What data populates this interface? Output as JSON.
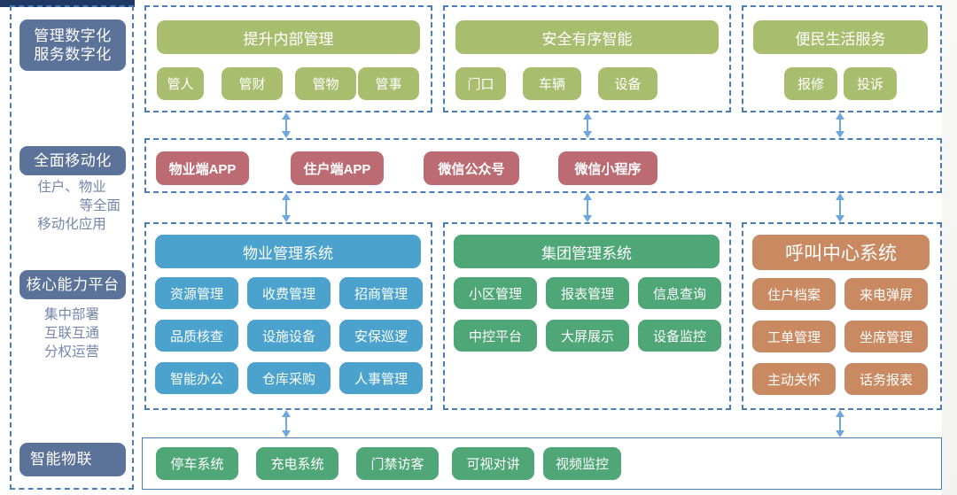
{
  "sidebar": {
    "blocks": [
      {
        "label": "管理数字化\n服务数字化",
        "sub": ""
      },
      {
        "label": "全面移动化",
        "sub": "住户、物业\n等全面\n移动化应用"
      },
      {
        "label": "核心能力平台",
        "sub": "集中部署\n互联互通\n分权运营"
      },
      {
        "label": "智能物联",
        "sub": ""
      }
    ],
    "block1_line1": "管理数字化",
    "block1_line2": "服务数字化",
    "block2_title": "全面移动化",
    "block2_sub1": "住户、物业",
    "block2_sub2": "等全面",
    "block2_sub3": "移动化应用",
    "block3_title": "核心能力平台",
    "block3_sub1": "集中部署",
    "block3_sub2": "互联互通",
    "block3_sub3": "分权运营",
    "block4_title": "智能物联"
  },
  "digital_layer": {
    "groups": [
      {
        "header": "提升内部管理",
        "items": [
          "管人",
          "管财",
          "管物",
          "管事"
        ]
      },
      {
        "header": "安全有序智能",
        "items": [
          "门口",
          "车辆",
          "设备"
        ]
      },
      {
        "header": "便民生活服务",
        "items": [
          "报修",
          "投诉"
        ]
      }
    ]
  },
  "mobile_layer": {
    "items": [
      "物业端APP",
      "住户端APP",
      "微信公众号",
      "微信小程序"
    ]
  },
  "core_layer": {
    "systems": [
      {
        "header": "物业管理系统",
        "items": [
          "资源管理",
          "收费管理",
          "招商管理",
          "品质核查",
          "设施设备",
          "安保巡逻",
          "智能办公",
          "仓库采购",
          "人事管理"
        ]
      },
      {
        "header": "集团管理系统",
        "items": [
          "小区管理",
          "报表管理",
          "信息查询",
          "中控平台",
          "大屏展示",
          "设备监控"
        ]
      },
      {
        "header": "呼叫中心系统",
        "items": [
          "住户档案",
          "来电弹屏",
          "工单管理",
          "坐席管理",
          "主动关怀",
          "话务报表"
        ]
      }
    ]
  },
  "iot_layer": {
    "items": [
      "停车系统",
      "充电系统",
      "门禁访客",
      "可视对讲",
      "视频监控"
    ]
  },
  "colors": {
    "accent_border": "#4a7ebb",
    "sidebar_pill": "#5b7299",
    "sidebar_text": "#7486ab",
    "digital_green": "#a9bd6f",
    "mobile_red": "#bd6b72",
    "property_blue": "#4ba3cd",
    "group_green": "#4fa677",
    "callcenter_orange": "#c98a62",
    "arrow": "#6ea6de",
    "topbar_navy": "#1f3864"
  }
}
